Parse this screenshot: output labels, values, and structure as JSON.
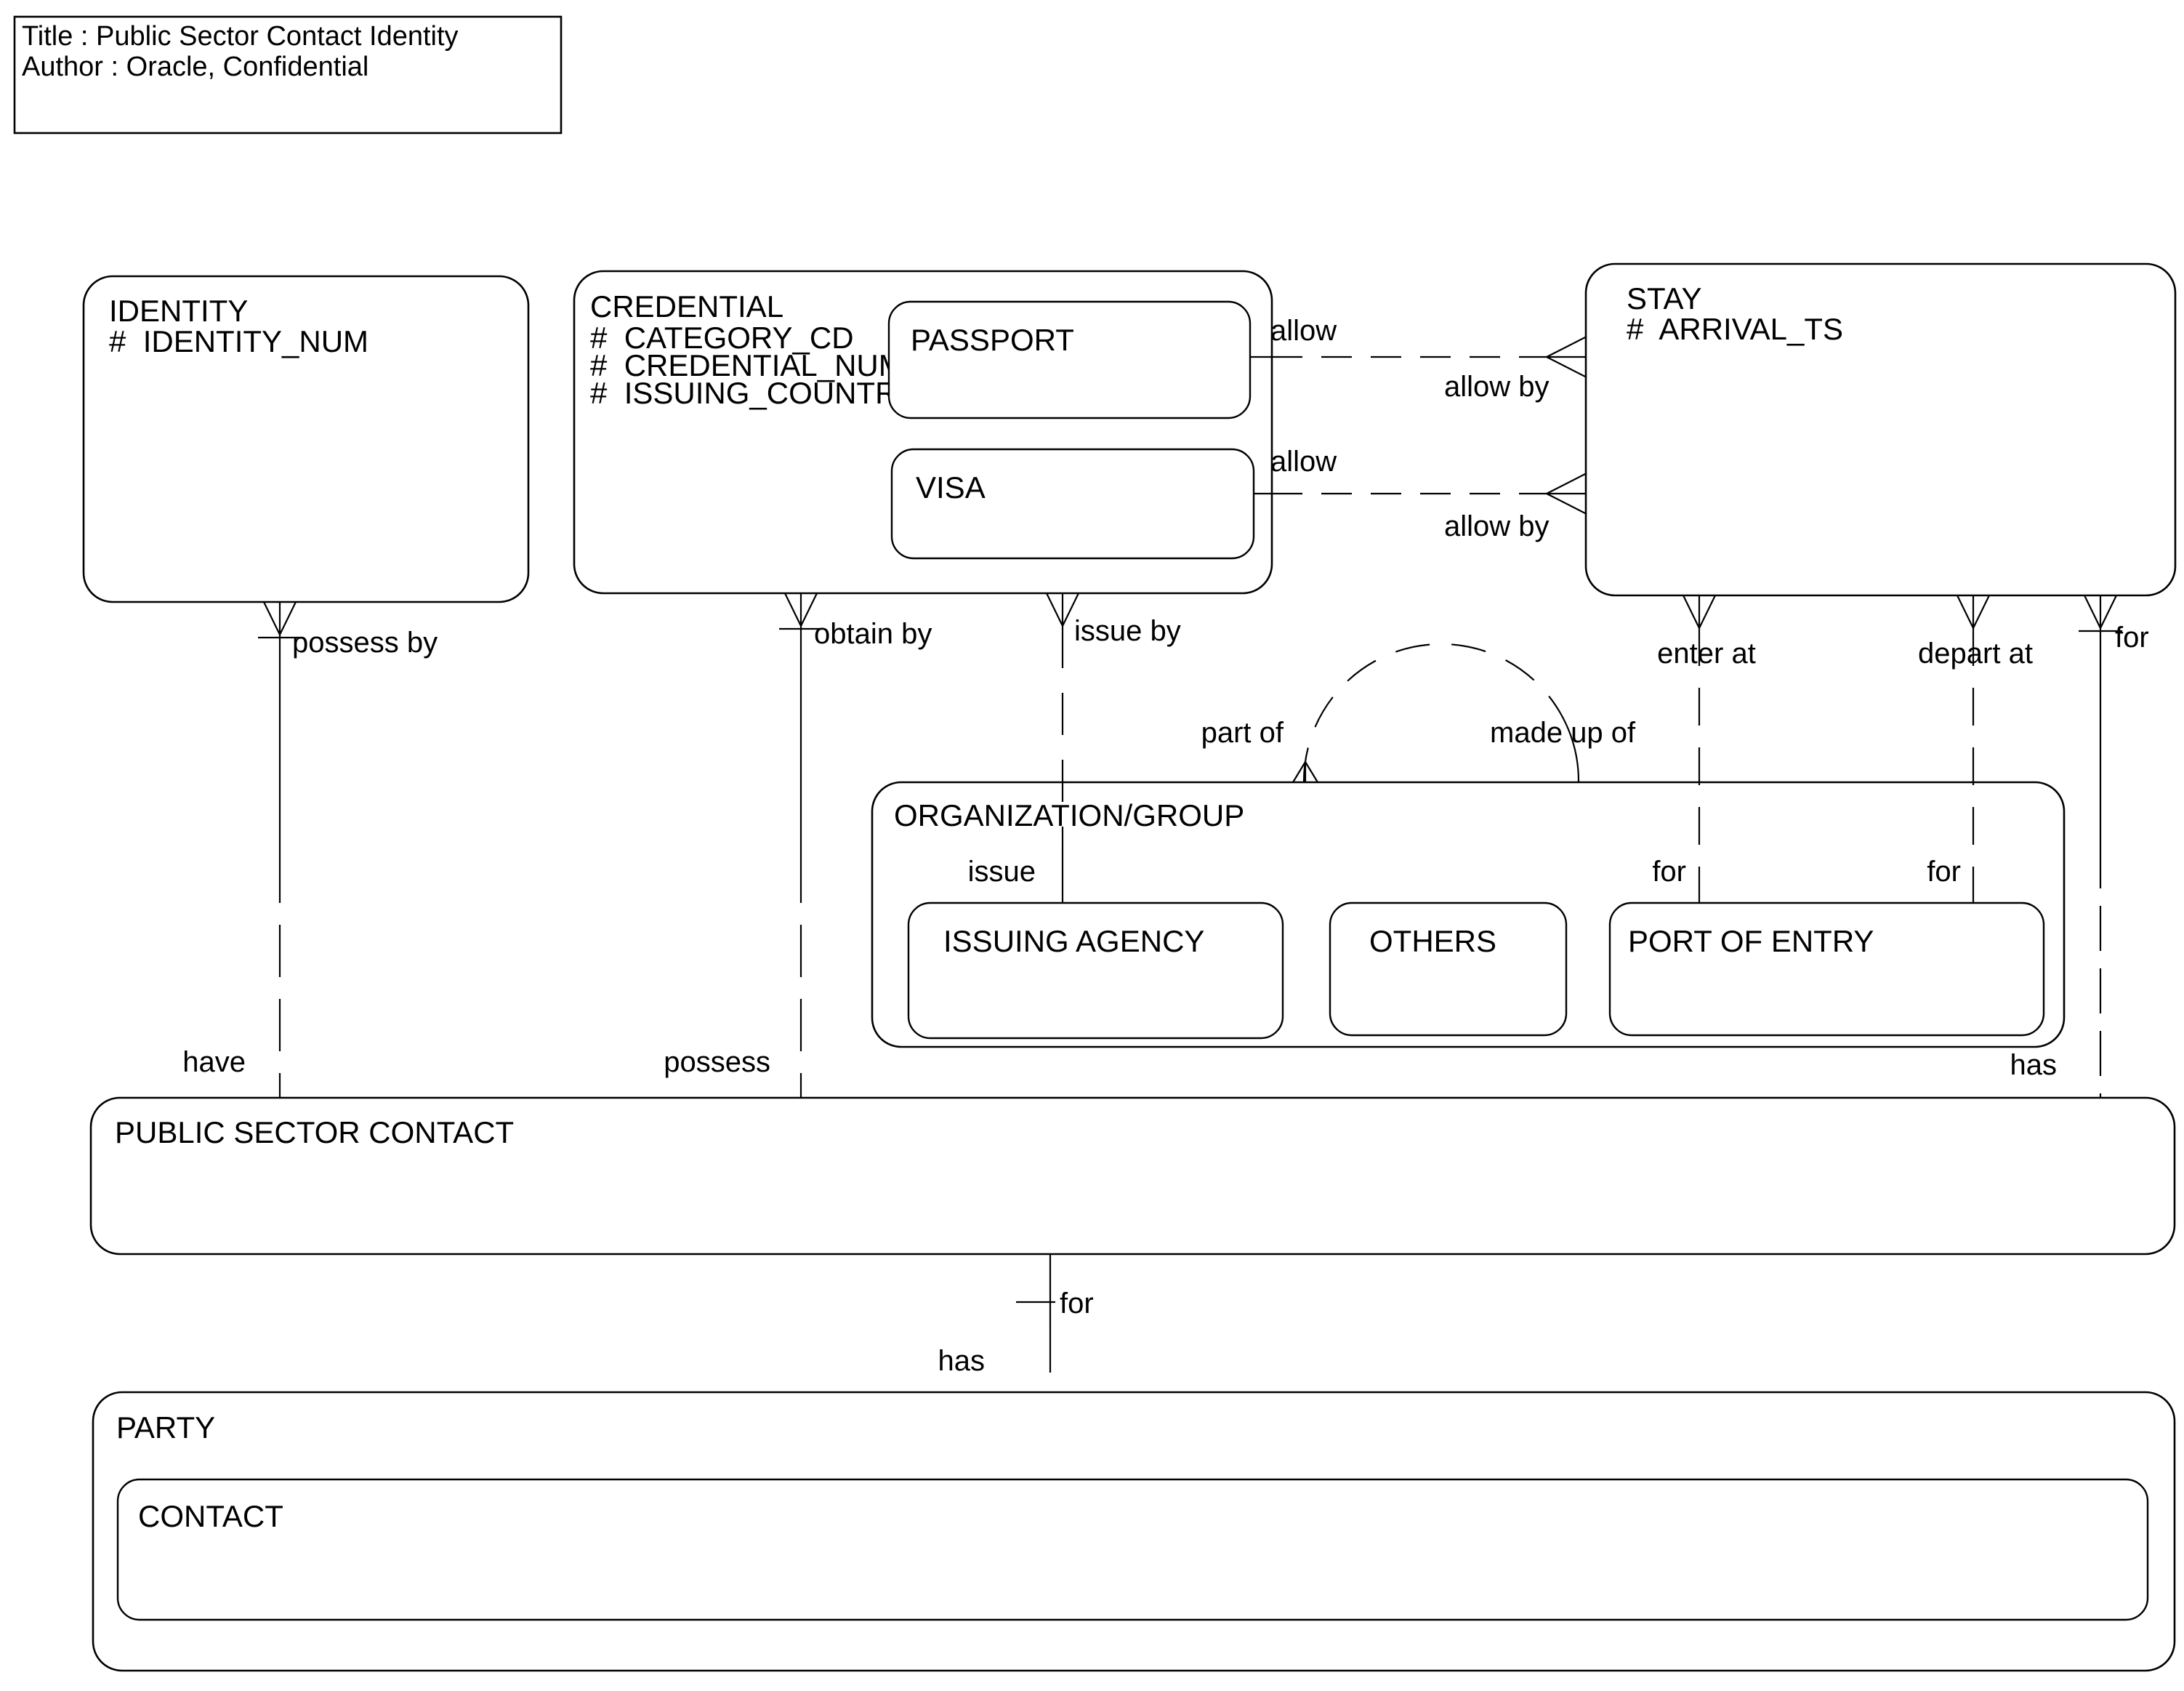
{
  "page": {
    "background": "#ffffff",
    "stroke": "#000000"
  },
  "title_block": {
    "line1": "Title : Public Sector Contact Identity",
    "line2": "Author : Oracle, Confidential"
  },
  "entities": {
    "identity": {
      "name": "IDENTITY",
      "attributes": [
        "#  IDENTITY_NUM"
      ]
    },
    "credential": {
      "name": "CREDENTIAL",
      "attributes": [
        "#  CATEGORY_CD",
        "#  CREDENTIAL_NUM",
        "#  ISSUING_COUNTRY"
      ]
    },
    "passport": {
      "name": "PASSPORT"
    },
    "visa": {
      "name": "VISA"
    },
    "stay": {
      "name": "STAY",
      "attributes": [
        "#  ARRIVAL_TS"
      ]
    },
    "organization_group": {
      "name": "ORGANIZATION/GROUP"
    },
    "issuing_agency": {
      "name": "ISSUING AGENCY"
    },
    "others": {
      "name": "OTHERS"
    },
    "port_of_entry": {
      "name": "PORT OF ENTRY"
    },
    "public_sector_contact": {
      "name": "PUBLIC SECTOR CONTACT"
    },
    "party": {
      "name": "PARTY"
    },
    "contact": {
      "name": "CONTACT"
    }
  },
  "relationships": {
    "identity_psc": {
      "near_label": "possess by",
      "far_label": "have"
    },
    "credential_psc": {
      "near_label": "obtain by",
      "far_label": "possess"
    },
    "credential_issuing_agency": {
      "near_label": "issue by",
      "far_label": "issue"
    },
    "passport_stay": {
      "near_label": "allow",
      "far_label": "allow by"
    },
    "visa_stay": {
      "near_label": "allow",
      "far_label": "allow by"
    },
    "stay_port_enter": {
      "near_label": "enter at",
      "far_label": "for"
    },
    "stay_port_depart": {
      "near_label": "depart at",
      "far_label": "for"
    },
    "stay_psc": {
      "near_label": "for",
      "far_label": "has"
    },
    "org_recursive": {
      "near_label": "part of",
      "far_label": "made up of"
    },
    "psc_party": {
      "near_label": "for",
      "far_label": "has"
    }
  }
}
